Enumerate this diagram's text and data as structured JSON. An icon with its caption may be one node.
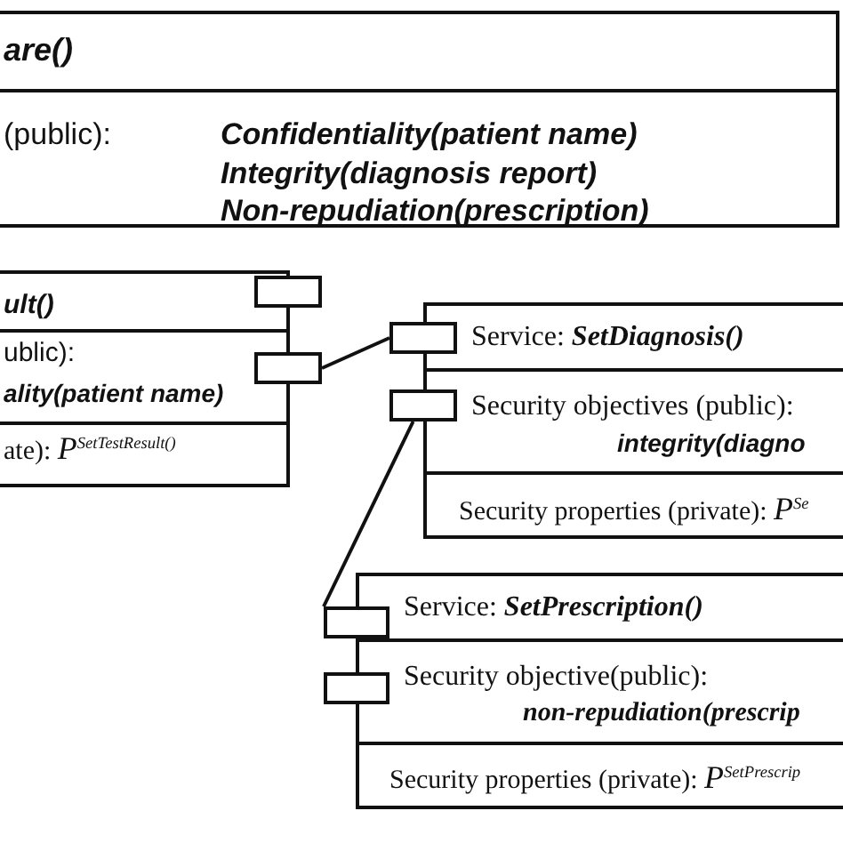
{
  "diagram": {
    "nodes": [
      {
        "text": [
          "are()",
          "(public):",
          "Confidentiality(patient name)",
          "Integrity(diagnosis report)",
          "Non-repudiation(prescription)"
        ]
      },
      {
        "text": [
          "ult()",
          "ublic):",
          "ality(patient name)",
          "ate): *P*$^{SetTestResult()}$"
        ]
      },
      {
        "text": [],
        "shape": "box"
      },
      {
        "text": [],
        "shape": "box"
      },
      {
        "text": [
          "Service: **SetDiagnosis()**",
          "Security objectives (public):",
          "integrity(diagno",
          "Security properties (private): *P*$^{Se}$"
        ]
      },
      {
        "text": [],
        "shape": "box"
      },
      {
        "text": [],
        "shape": "box"
      },
      {
        "text": [
          "Service: **SetPrescription()**",
          "Security objective(public):",
          "non-repudiation(prescrip",
          "Security properties (private): *P*$^{SetPrescrip}$"
        ]
      },
      {
        "text": [],
        "shape": "box"
      },
      {
        "text": [],
        "shape": "box"
      }
    ],
    "edges": [
      {
        "from": 3,
        "to": 5,
        "arrow": "none"
      },
      {
        "from": 6,
        "to": 8,
        "arrow": "none"
      }
    ]
  }
}
